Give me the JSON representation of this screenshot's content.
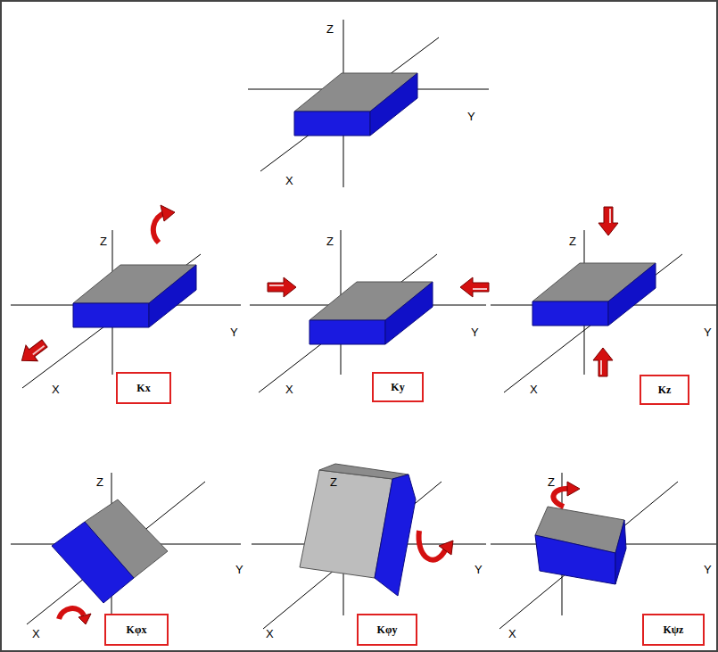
{
  "diagram": {
    "nodes": [
      {
        "text": [
          "Kx"
        ]
      },
      {
        "text": [
          "Ky"
        ]
      },
      {
        "text": [
          "Kz"
        ]
      },
      {
        "text": [
          "Kφx"
        ]
      },
      {
        "text": [
          "Kφy"
        ]
      },
      {
        "text": [
          "Kψz"
        ]
      }
    ],
    "labels": [
      "Z",
      "Y",
      "X",
      "Z",
      "Y",
      "X",
      "Z",
      "Y",
      "X",
      "Z",
      "Y",
      "X",
      "Z",
      "Y",
      "X",
      "Z",
      "Y",
      "X",
      "Z",
      "Y",
      "X"
    ]
  }
}
